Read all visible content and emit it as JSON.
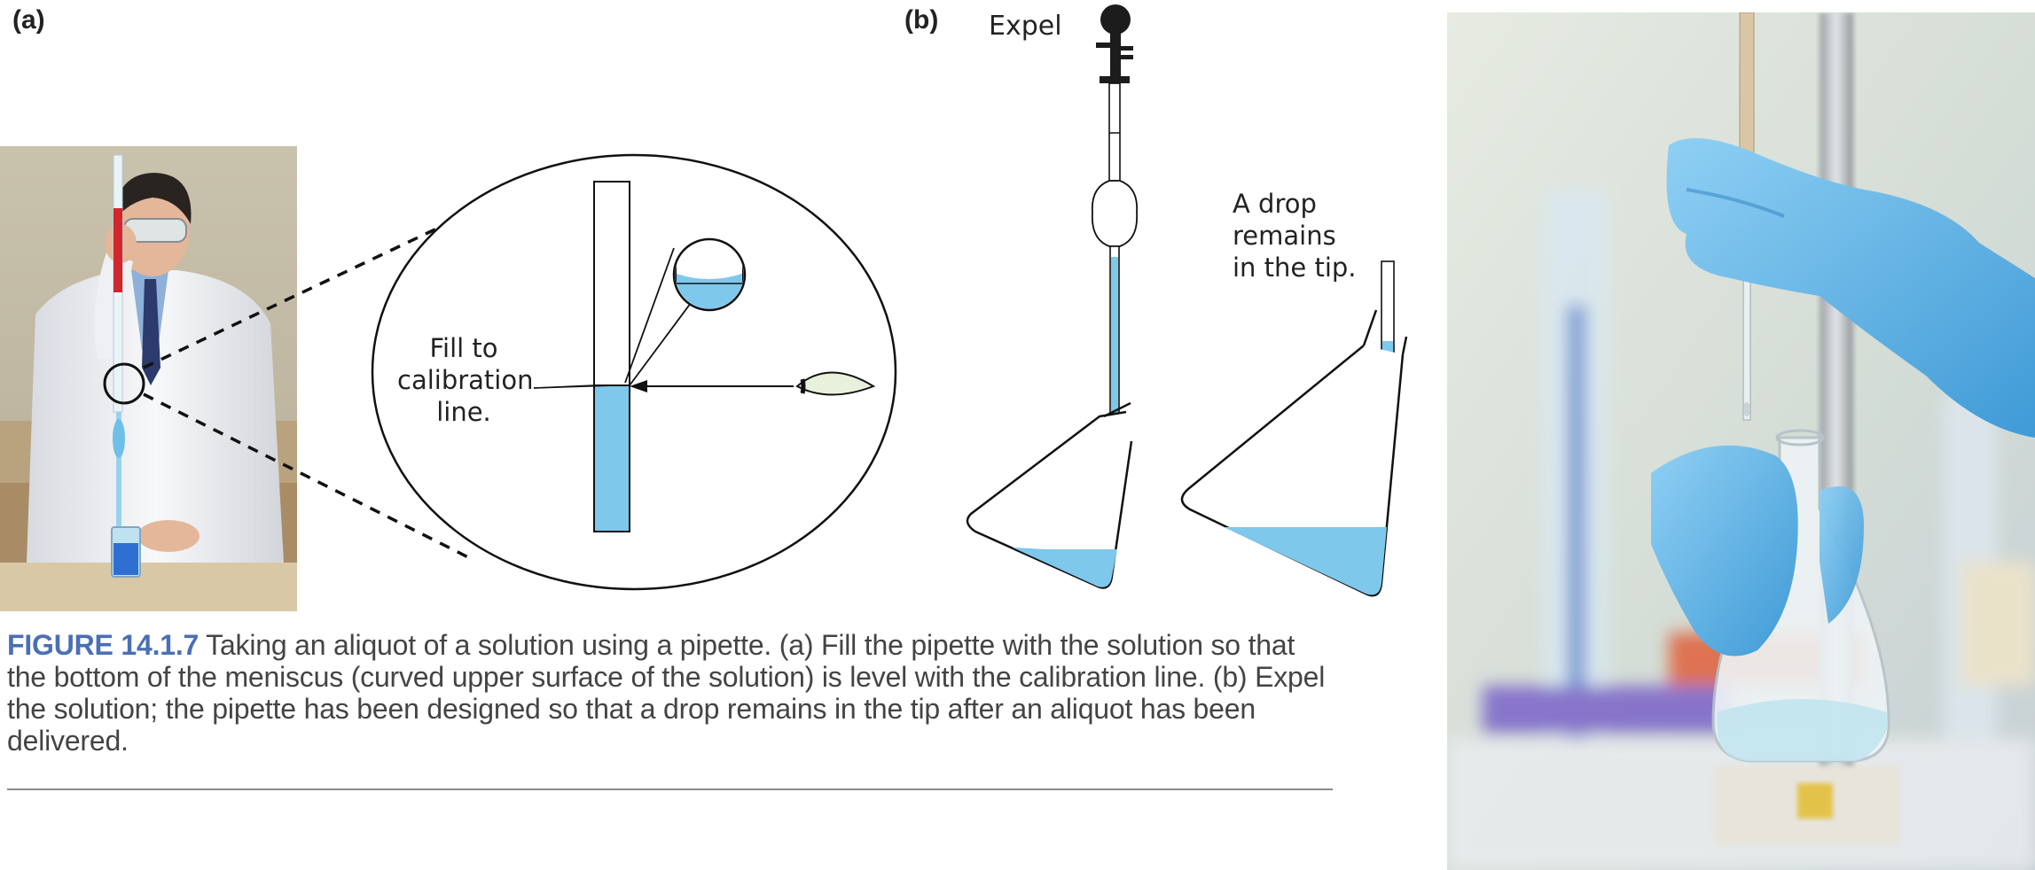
{
  "panel_a": {
    "label": "(a)",
    "inset_label": "Fill to\ncalibration\nline."
  },
  "panel_b": {
    "label": "(b)",
    "expel_label": "Expel",
    "drop_label": "A drop\nremains\nin the tip."
  },
  "caption": {
    "figure_number": "FIGURE 14.1.7",
    "text": "Taking an aliquot of a solution using a pipette. (a) Fill the pipette with the solution so that the bottom of the meniscus (curved upper surface of the solution) is level with the calibration line. (b) Expel the solution; the pipette has been designed so that a drop remains in the tip after an aliquot has been delivered."
  },
  "colors": {
    "liquid": "#7ec8ec",
    "liquid_light": "#d2edf9",
    "glove": "#5ab2e6",
    "caption_accent": "#4a6fb5"
  }
}
